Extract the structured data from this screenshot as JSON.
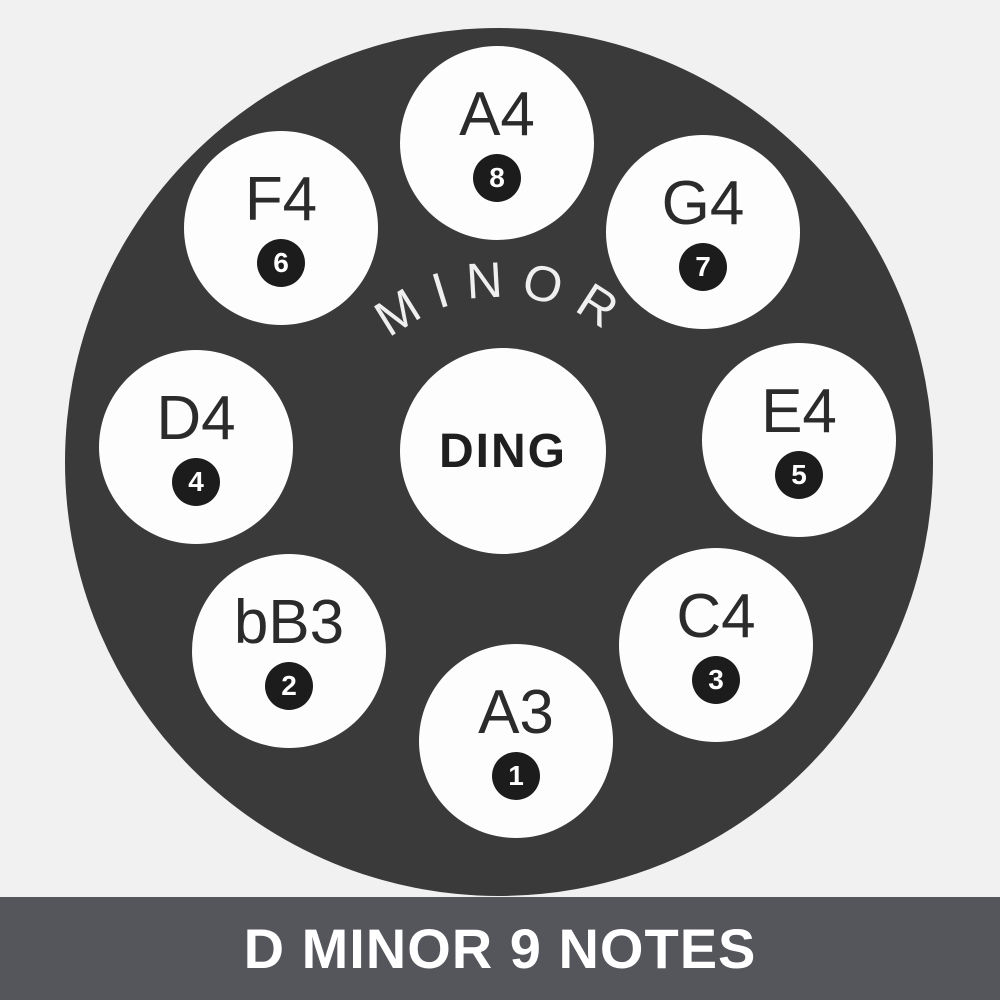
{
  "banner": {
    "title": "D MINOR 9 NOTES"
  },
  "drum": {
    "arc_text": "MINOR",
    "center_label": "DING",
    "notes": [
      {
        "note": "A3",
        "number": "1"
      },
      {
        "note": "bB3",
        "number": "2"
      },
      {
        "note": "C4",
        "number": "3"
      },
      {
        "note": "D4",
        "number": "4"
      },
      {
        "note": "E4",
        "number": "5"
      },
      {
        "note": "F4",
        "number": "6"
      },
      {
        "note": "G4",
        "number": "7"
      },
      {
        "note": "A4",
        "number": "8"
      }
    ]
  },
  "colors": {
    "background": "#f1f1f1",
    "drum_body": "#3a3a3a",
    "pad": "#fdfdfd",
    "badge": "#1c1c1c",
    "banner": "#55565b",
    "note_text": "#2b2b2b",
    "arc_text": "#efefef"
  }
}
